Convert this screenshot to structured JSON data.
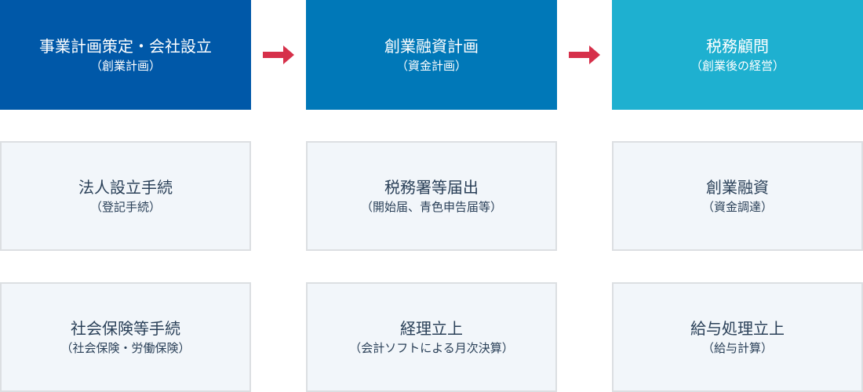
{
  "colors": {
    "col1": "#0058a8",
    "col2": "#0078b8",
    "col3": "#1eb0d0",
    "arrow": "#d6304a"
  },
  "columns": [
    {
      "title": "事業計画策定・会社設立",
      "sub": "（創業計画）",
      "items": [
        {
          "title": "法人設立手続",
          "sub": "（登記手続）"
        },
        {
          "title": "社会保険等手続",
          "sub": "（社会保険・労働保険）"
        }
      ]
    },
    {
      "title": "創業融資計画",
      "sub": "（資金計画）",
      "items": [
        {
          "title": "税務署等届出",
          "sub": "（開始届、青色申告届等）"
        },
        {
          "title": "経理立上",
          "sub": "（会計ソフトによる月次決算）"
        }
      ]
    },
    {
      "title": "税務顧問",
      "sub": "（創業後の経営）",
      "items": [
        {
          "title": "創業融資",
          "sub": "（資金調達）"
        },
        {
          "title": "給与処理立上",
          "sub": "（給与計算）"
        }
      ]
    }
  ]
}
